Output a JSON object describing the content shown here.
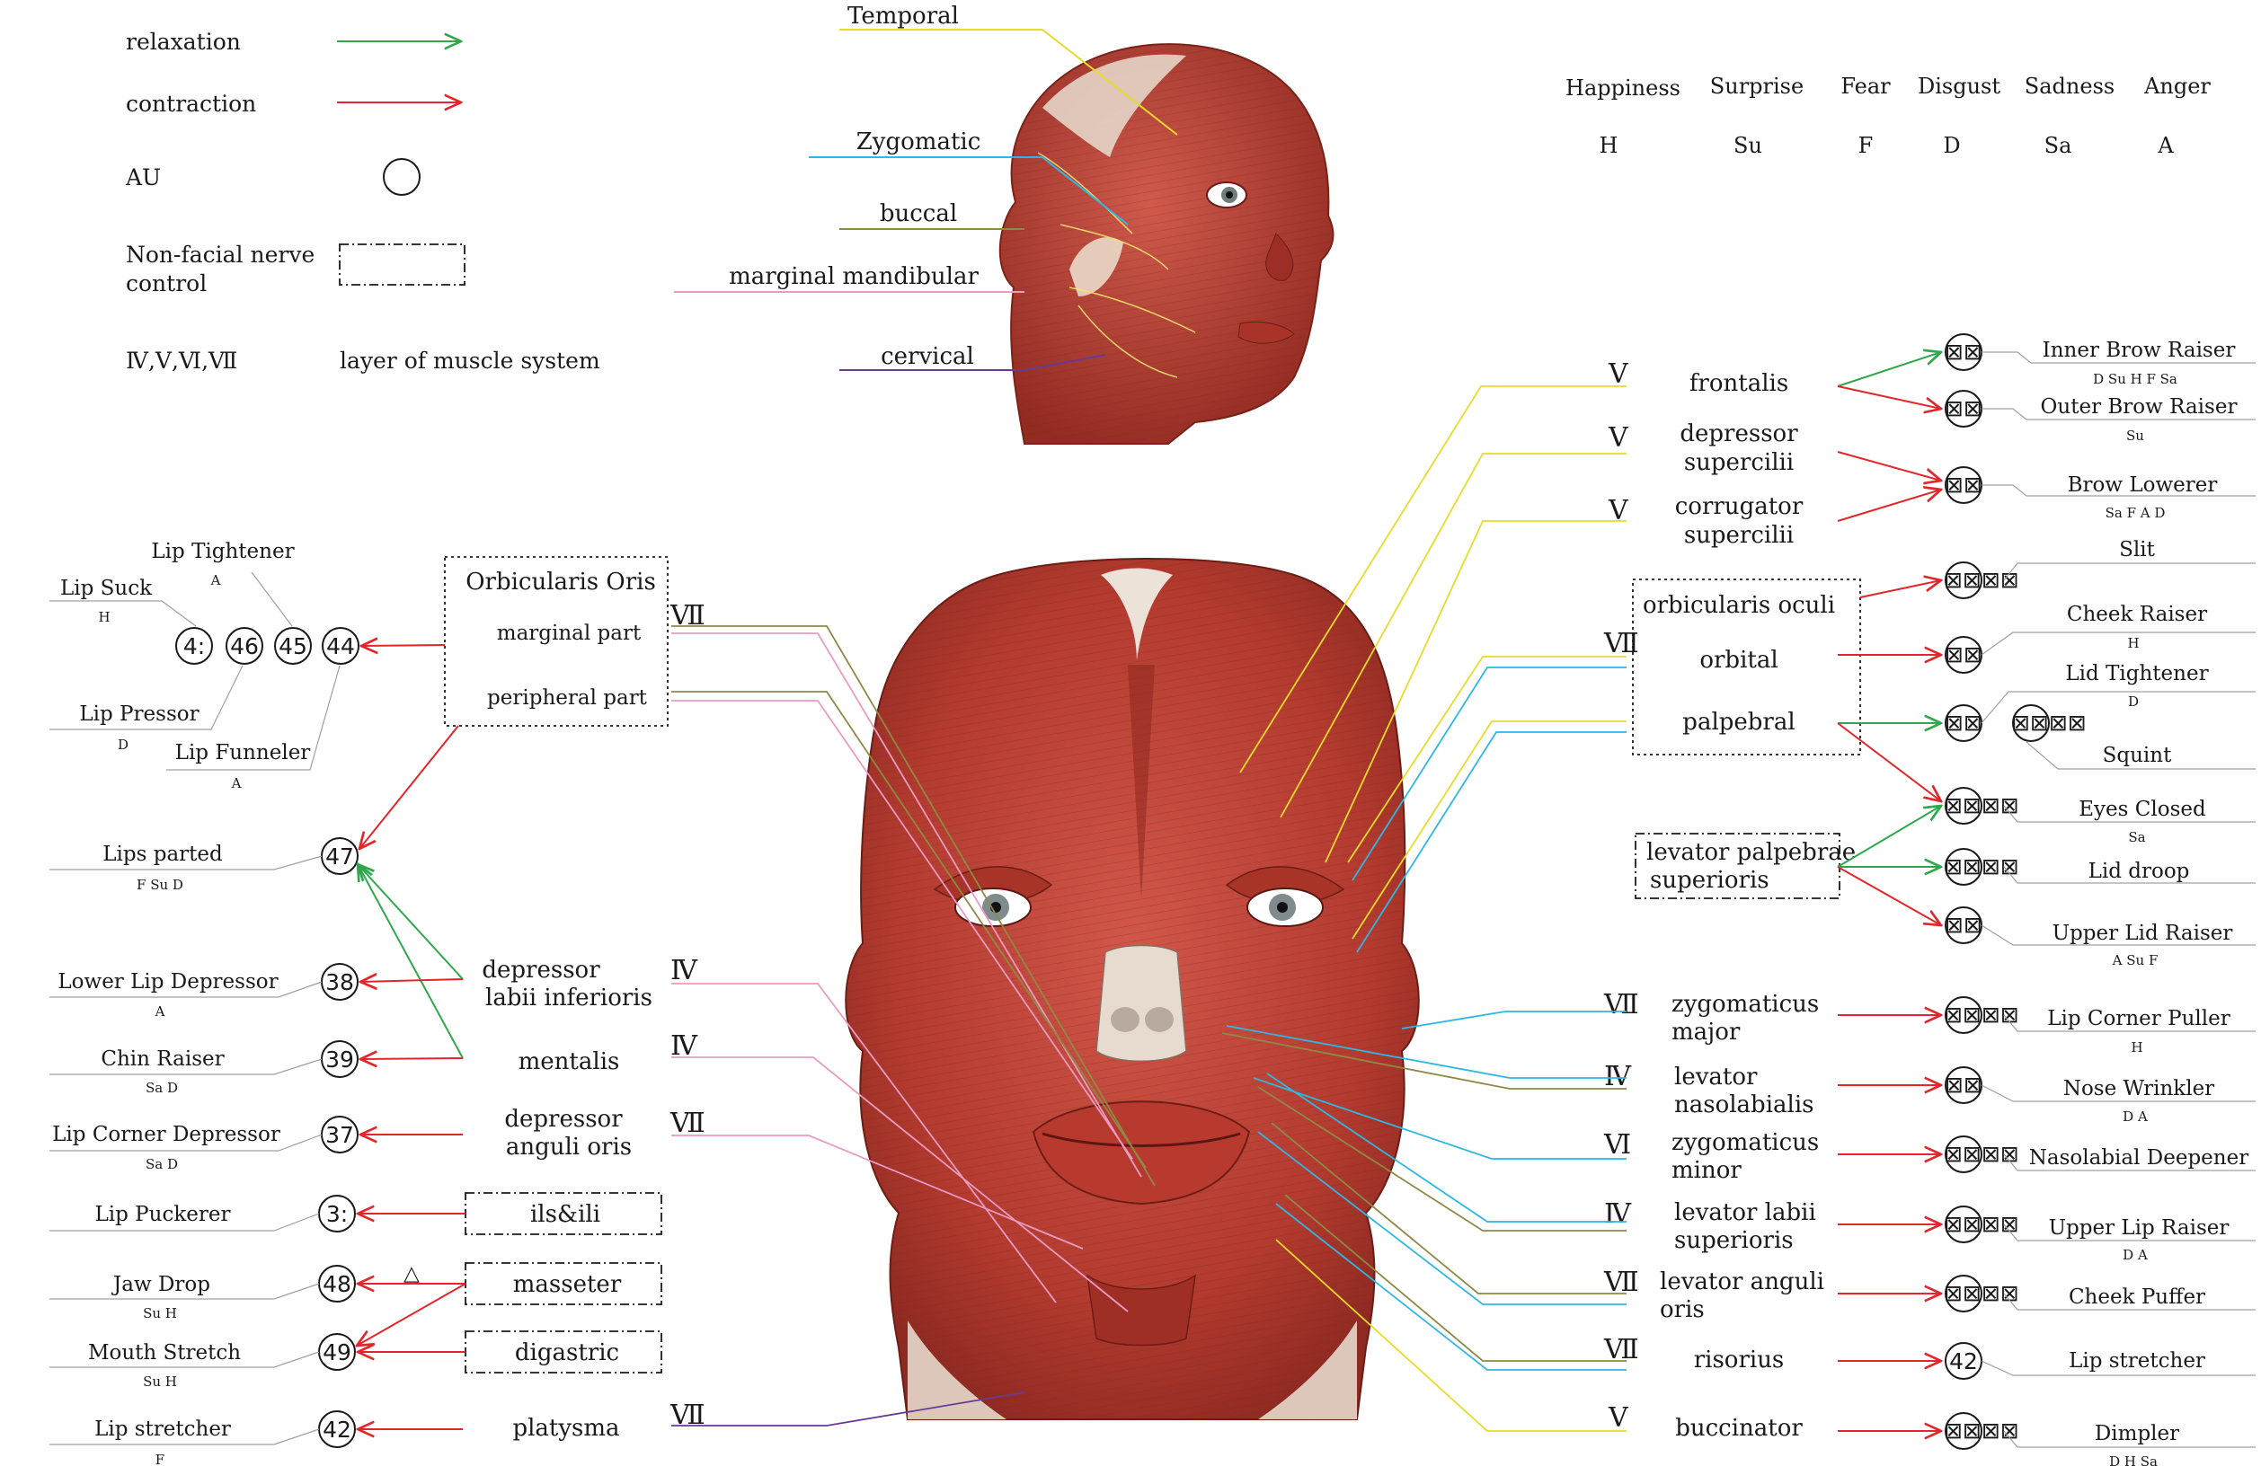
{
  "legend": {
    "relaxation": "relaxation",
    "contraction": "contraction",
    "au": "AU",
    "non_facial_1": "Non-facial nerve",
    "non_facial_2": "control",
    "layers_symbols": "Ⅳ,Ⅴ,Ⅵ,Ⅶ",
    "layers_text": "layer of muscle system",
    "colors": {
      "relaxation": "#2ea84a",
      "contraction": "#e2262b"
    }
  },
  "nerves": [
    {
      "label": "Temporal",
      "color": "#e6dc2a"
    },
    {
      "label": "Zygomatic",
      "color": "#2fb7e3"
    },
    {
      "label": "buccal",
      "color": "#8e8a45"
    },
    {
      "label": "marginal mandibular",
      "color": "#e89bc3"
    },
    {
      "label": "cervical",
      "color": "#6a3a93"
    }
  ],
  "emotions": [
    {
      "name": "Happiness",
      "abbr": "H"
    },
    {
      "name": "Surprise",
      "abbr": "Su"
    },
    {
      "name": "Fear",
      "abbr": "F"
    },
    {
      "name": "Disgust",
      "abbr": "D"
    },
    {
      "name": "Sadness",
      "abbr": "Sa"
    },
    {
      "name": "Anger",
      "abbr": "A"
    }
  ],
  "left_muscles": {
    "orbicularis_title": "Orbicularis Oris",
    "marginal_part": "marginal part",
    "peripheral_part": "peripheral part",
    "orbicularis_layer": "Ⅶ",
    "depressor_labii_1": "depressor",
    "depressor_labii_2": "labii inferioris",
    "depressor_labii_layer": "Ⅳ",
    "mentalis": "mentalis",
    "mentalis_layer": "Ⅳ",
    "depressor_anguli_1": "depressor",
    "depressor_anguli_2": "anguli oris",
    "depressor_anguli_layer": "Ⅶ",
    "ils_ili": "ils&ili",
    "masseter": "masseter",
    "digastric": "digastric",
    "platysma": "platysma",
    "platysma_layer": "Ⅶ",
    "triangle": "△"
  },
  "left_aus": [
    {
      "num": "4:",
      "name": "Lip Suck",
      "emo": "H"
    },
    {
      "num": "46",
      "name": "Lip Tightener",
      "emo": "A"
    },
    {
      "num": "45",
      "name": "Lip Pressor",
      "emo": "D"
    },
    {
      "num": "44",
      "name": "Lip Funneler",
      "emo": "A"
    },
    {
      "num": "47",
      "name": "Lips parted",
      "emo": "F   Su   D"
    },
    {
      "num": "38",
      "name": "Lower Lip Depressor",
      "emo": "A"
    },
    {
      "num": "39",
      "name": "Chin Raiser",
      "emo": "Sa   D"
    },
    {
      "num": "37",
      "name": "Lip Corner Depressor",
      "emo": "Sa   D"
    },
    {
      "num": "3:",
      "name": "Lip Puckerer",
      "emo": ""
    },
    {
      "num": "48",
      "name": "Jaw Drop",
      "emo": "Su   H"
    },
    {
      "num": "49",
      "name": "Mouth Stretch",
      "emo": "Su   H"
    },
    {
      "num": "42",
      "name": "Lip stretcher",
      "emo": "F"
    }
  ],
  "right_muscles": [
    {
      "layer": "Ⅴ",
      "l1": "frontalis",
      "l2": ""
    },
    {
      "layer": "Ⅴ",
      "l1": "depressor",
      "l2": "supercilii"
    },
    {
      "layer": "Ⅴ",
      "l1": "corrugator",
      "l2": "supercilii"
    },
    {
      "layer": "Ⅶ",
      "l1": "orbicularis oculi",
      "l2": ""
    },
    {
      "layer": "",
      "l1": "orbital",
      "l2": ""
    },
    {
      "layer": "",
      "l1": "palpebral",
      "l2": ""
    },
    {
      "layer": "",
      "l1": "levator palpebrae",
      "l2": "superioris"
    },
    {
      "layer": "Ⅶ",
      "l1": "zygomaticus",
      "l2": "major"
    },
    {
      "layer": "Ⅳ",
      "l1": "levator",
      "l2": "nasolabialis"
    },
    {
      "layer": "Ⅵ",
      "l1": "zygomaticus",
      "l2": "minor"
    },
    {
      "layer": "Ⅳ",
      "l1": "levator labii",
      "l2": "superioris"
    },
    {
      "layer": "Ⅶ",
      "l1": "levator anguli",
      "l2": "oris"
    },
    {
      "layer": "Ⅶ",
      "l1": "risorius",
      "l2": ""
    },
    {
      "layer": "Ⅴ",
      "l1": "buccinator",
      "l2": ""
    }
  ],
  "right_aus": [
    {
      "num": "⊠⊠",
      "name": "Inner Brow Raiser",
      "emo": "D   Su   H   F   Sa"
    },
    {
      "num": "⊠⊠",
      "name": "Outer Brow Raiser",
      "emo": "Su"
    },
    {
      "num": "⊠⊠",
      "name": "Brow Lowerer",
      "emo": "Sa   F   A   D"
    },
    {
      "num": "⊠⊠⊠⊠",
      "name": "Slit",
      "emo": ""
    },
    {
      "num": "⊠⊠",
      "name": "Cheek Raiser",
      "emo": "H"
    },
    {
      "num": "⊠⊠",
      "name": "Lid Tightener",
      "emo": "D"
    },
    {
      "num": "⊠⊠⊠⊠",
      "name": "Squint",
      "emo": ""
    },
    {
      "num": "⊠⊠⊠⊠",
      "name": "Eyes Closed",
      "emo": "Sa"
    },
    {
      "num": "⊠⊠⊠⊠",
      "name": "Lid droop",
      "emo": ""
    },
    {
      "num": "⊠⊠",
      "name": "Upper Lid Raiser",
      "emo": "A   Su   F"
    },
    {
      "num": "⊠⊠⊠⊠",
      "name": "Lip Corner Puller",
      "emo": "H"
    },
    {
      "num": "⊠⊠",
      "name": "Nose Wrinkler",
      "emo": "D   A"
    },
    {
      "num": "⊠⊠⊠⊠",
      "name": "Nasolabial Deepener",
      "emo": ""
    },
    {
      "num": "⊠⊠⊠⊠",
      "name": "Upper Lip  Raiser",
      "emo": "D   A"
    },
    {
      "num": "⊠⊠⊠⊠",
      "name": "Cheek Puffer",
      "emo": ""
    },
    {
      "num": "42",
      "name": "Lip stretcher",
      "emo": ""
    },
    {
      "num": "⊠⊠⊠⊠",
      "name": "Dimpler",
      "emo": "D   H   Sa"
    }
  ]
}
